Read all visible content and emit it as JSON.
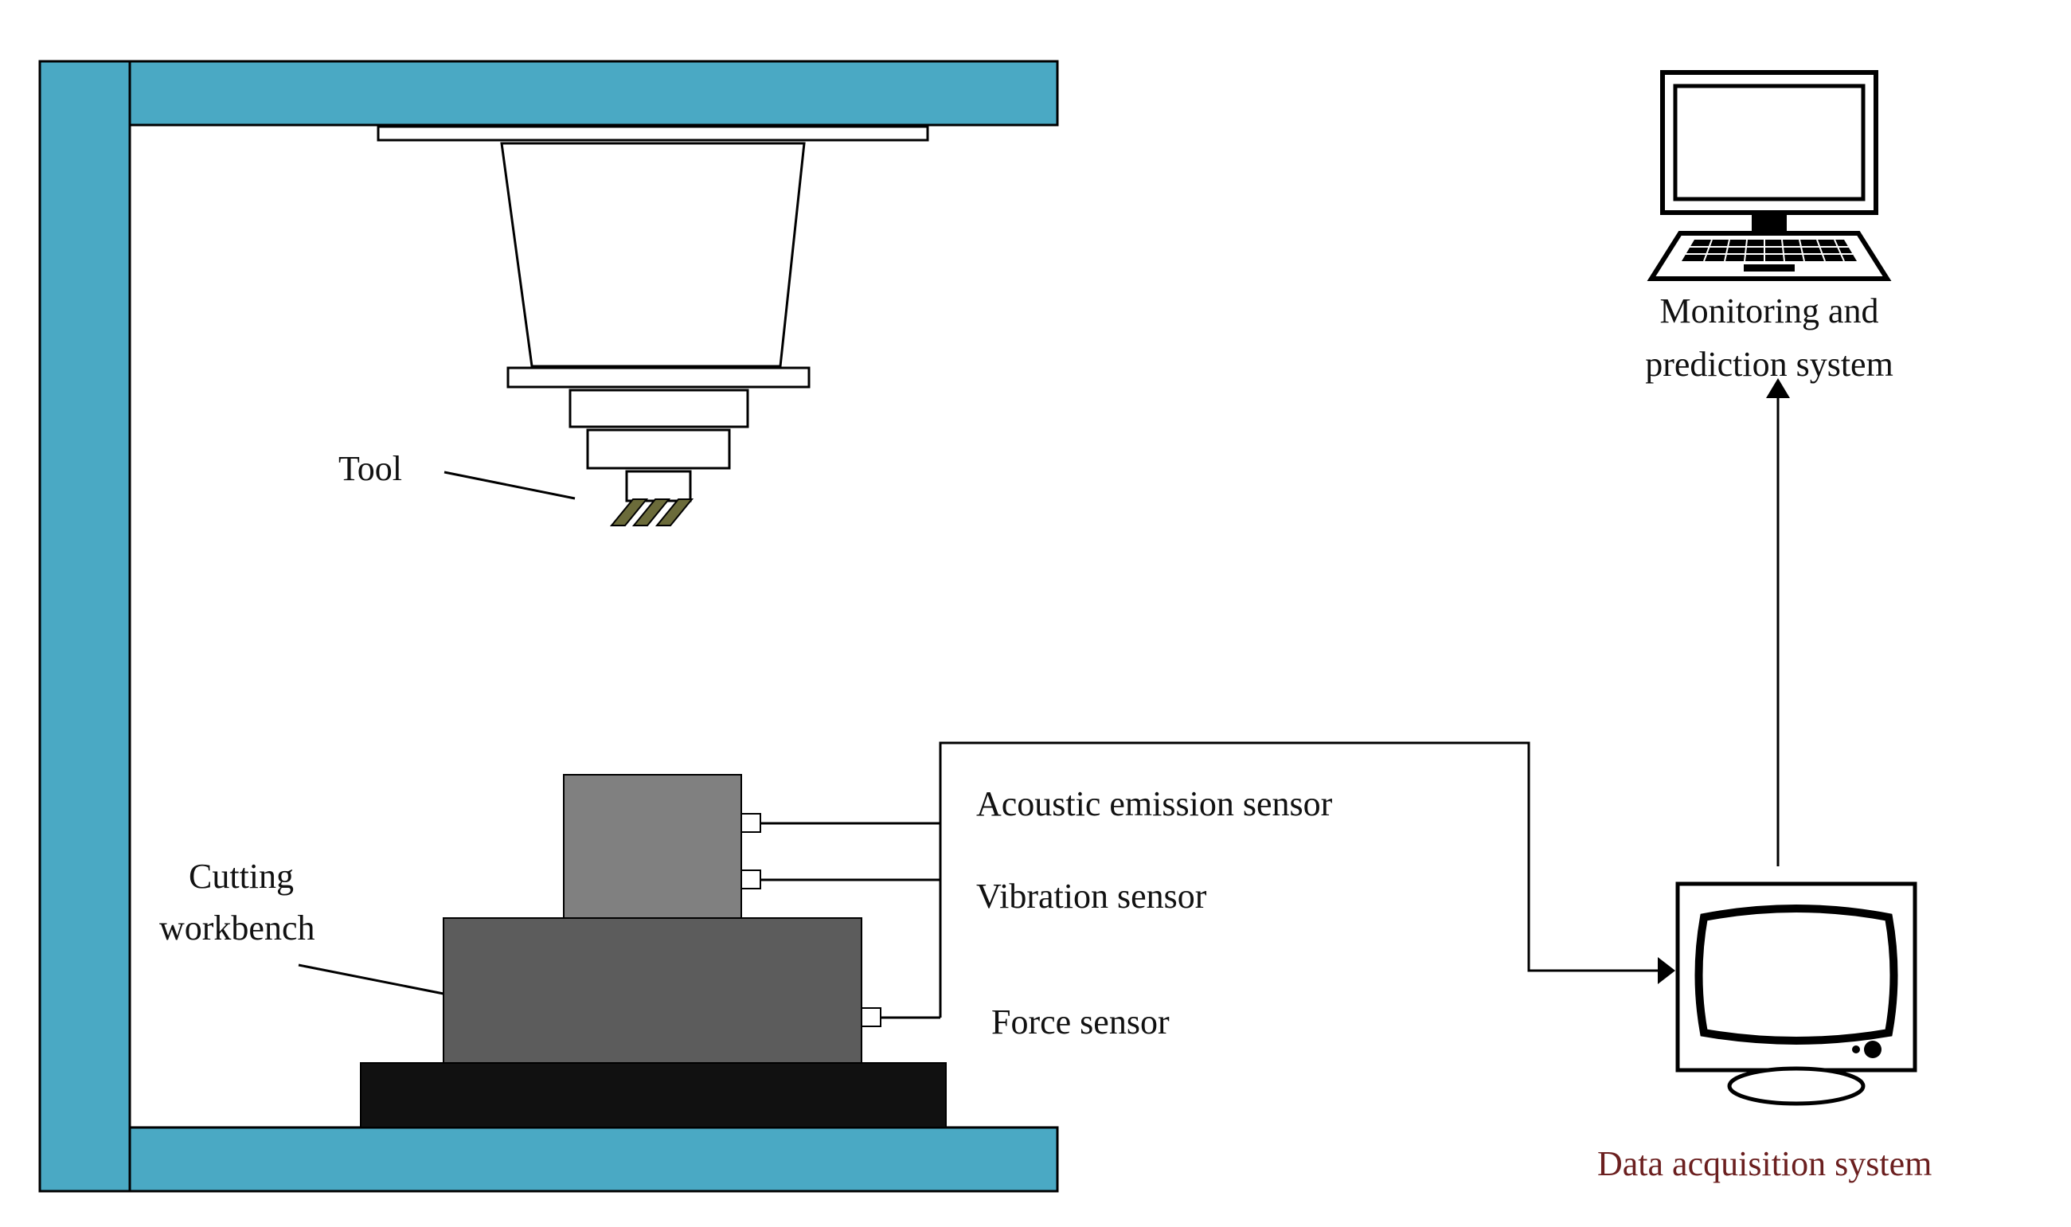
{
  "labels": {
    "tool": "Tool",
    "cutting_workbench_line1": "Cutting",
    "cutting_workbench_line2": "workbench",
    "acoustic_emission_sensor": "Acoustic emission sensor",
    "vibration_sensor": "Vibration sensor",
    "force_sensor": "Force sensor",
    "monitoring_line1": "Monitoring and",
    "monitoring_line2": "prediction system",
    "data_acquisition": "Data acquisition system"
  },
  "colors": {
    "machine_frame": "#4aa9c4",
    "workpiece": "#808080",
    "workbench": "#5c5c5c",
    "base": "#111111",
    "tool_insert": "#6b6b3a",
    "data_acquisition_label": "#6b1f1f"
  },
  "icons": {
    "computer": "laptop-icon",
    "monitor": "crt-monitor-icon"
  }
}
